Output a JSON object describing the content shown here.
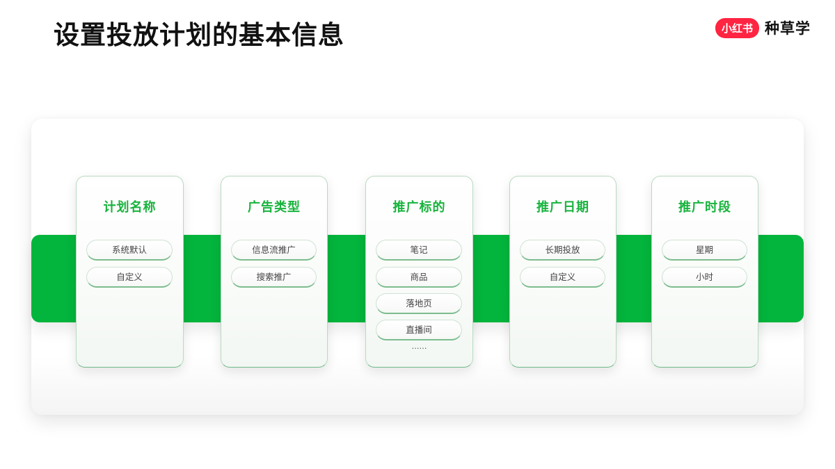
{
  "header": {
    "title": "设置投放计划的基本信息",
    "brand": {
      "badge": "小红书",
      "name": "种草学",
      "badge_color": "#ff2442"
    }
  },
  "colors": {
    "accent": "#03b53c",
    "title_green": "#18b33d"
  },
  "cards": [
    {
      "title": "计划名称",
      "options": [
        "系统默认",
        "自定义"
      ]
    },
    {
      "title": "广告类型",
      "options": [
        "信息流推广",
        "搜索推广"
      ]
    },
    {
      "title": "推广标的",
      "options": [
        "笔记",
        "商品",
        "落地页",
        "直播间"
      ],
      "more": "……"
    },
    {
      "title": "推广日期",
      "options": [
        "长期投放",
        "自定义"
      ]
    },
    {
      "title": "推广时段",
      "options": [
        "星期",
        "小时"
      ]
    }
  ]
}
